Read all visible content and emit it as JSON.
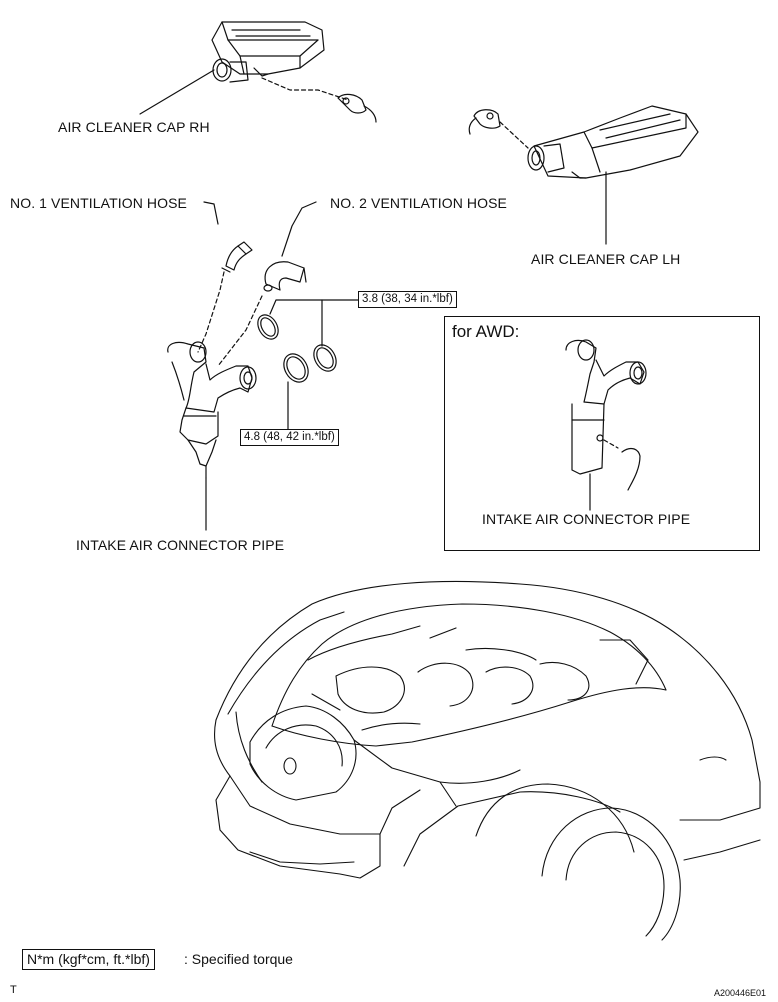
{
  "labels": {
    "air_cleaner_cap_rh": "AIR CLEANER CAP RH",
    "air_cleaner_cap_lh": "AIR CLEANER CAP LH",
    "no1_ventilation_hose": "NO. 1 VENTILATION HOSE",
    "no2_ventilation_hose": "NO. 2 VENTILATION HOSE",
    "intake_air_connector_pipe": "INTAKE AIR CONNECTOR PIPE"
  },
  "torques": {
    "upper_clamp": "3.8 (38, 34 in.*lbf)",
    "lower_clamp": "4.8 (48, 42 in.*lbf)"
  },
  "awd_inset": {
    "title": "for AWD:",
    "part_label": "INTAKE AIR CONNECTOR PIPE"
  },
  "legend": {
    "unit_box": "N*m (kgf*cm, ft.*lbf)",
    "description": ": Specified torque"
  },
  "corner_marks": {
    "left": "T",
    "right": "A200446E01"
  }
}
